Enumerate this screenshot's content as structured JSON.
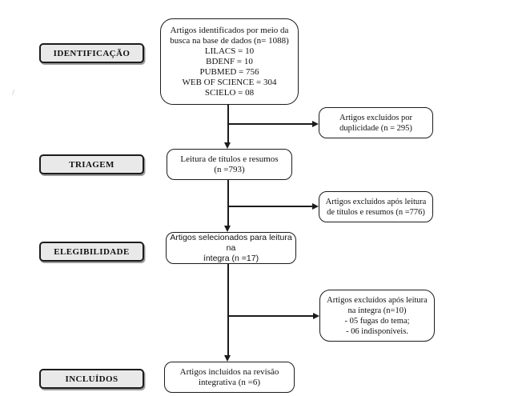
{
  "stages": [
    "IDENTIFICAÇÃO",
    "TRIAGEM",
    "ELEGIBILIDADE",
    "INCLUÍDOS"
  ],
  "flow": {
    "identified": {
      "title": "Artigos identificados por meio da\nbusca na base de dados (n= 1088)",
      "sources": [
        "LILACS = 10",
        "BDENF = 10",
        "PUBMED = 756",
        "WEB OF SCIENCE = 304",
        "SCIELO = 08"
      ]
    },
    "screening": {
      "text": "Leitura de títulos e resumos\n(n =793)"
    },
    "eligibility": {
      "text": "Artigos selecionados para leitura na\níntegra (n =17)"
    },
    "included": {
      "text": "Artigos incluídos na revisão\nintegrativa (n =6)"
    }
  },
  "exclusions": {
    "duplicates": {
      "text": "Artigos excluídos por\nduplicidade (n = 295)"
    },
    "titles_abstracts": {
      "text": "Artigos excluídos após leitura\nde títulos e resumos (n =776)"
    },
    "full_text": {
      "text": "Artigos excluídos após leitura\nna íntegra (n=10)\n- 05 fugas do tema;\n- 06 indisponíveis."
    }
  },
  "decoration": {
    "stray_mark": "/"
  },
  "colors": {
    "line": "#1c1c1c",
    "box_border": "#1c1c1c",
    "stage_fill": "#e9e9e9",
    "background": "#ffffff"
  }
}
